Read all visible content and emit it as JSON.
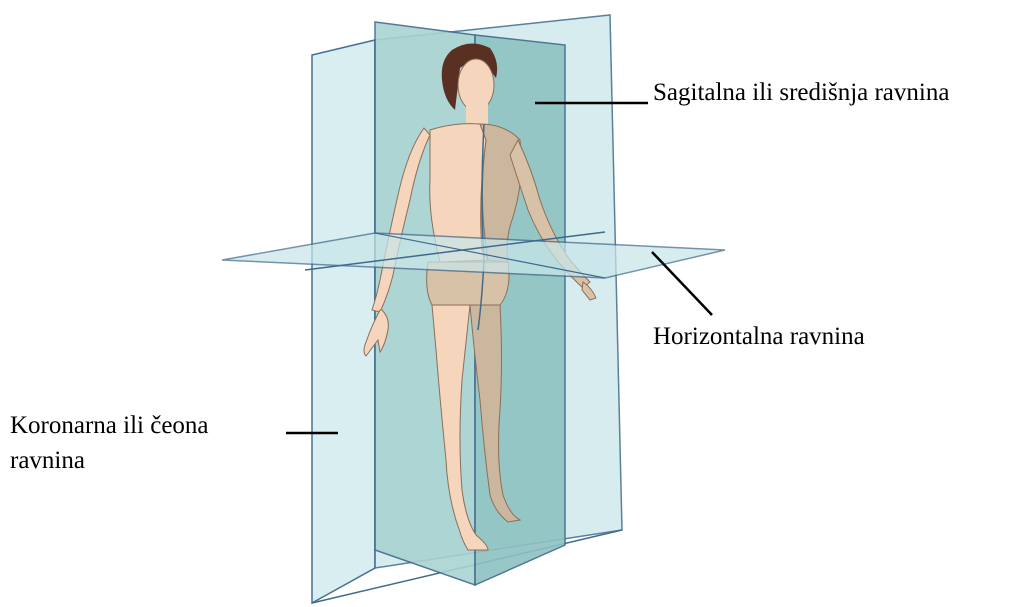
{
  "colors": {
    "plane_fill": "#cfe9ec",
    "plane_edge": "#3f6a8c",
    "plane_dark": "#8fc2c2",
    "skin": "#f5d6bd",
    "skin_shadow": "#cbb79d",
    "hair": "#5a3022",
    "leader_line": "#000000"
  },
  "labels": {
    "sagittal": "Sagitalna ili središnja ravnina",
    "horizontal": "Horizontalna ravnina",
    "coronal_line1": "Koronarna ili čeona",
    "coronal_line2": "ravnina"
  }
}
